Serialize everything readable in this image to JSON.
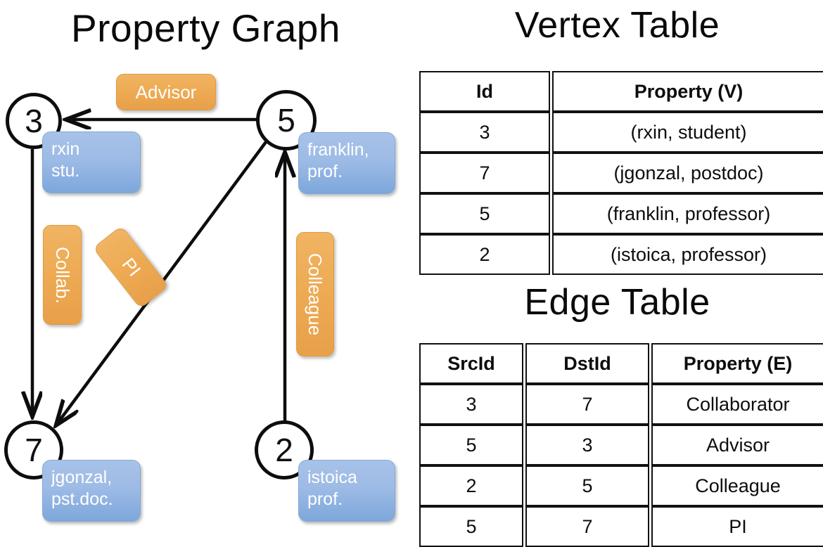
{
  "titles": {
    "property_graph": "Property Graph",
    "vertex_table": "Vertex Table",
    "edge_table": "Edge Table"
  },
  "graph": {
    "nodes": [
      {
        "id": "3",
        "label": "3",
        "property": "rxin\nstu."
      },
      {
        "id": "5",
        "label": "5",
        "property": "franklin,\nprof."
      },
      {
        "id": "7",
        "label": "7",
        "property": "jgonzal,\npst.doc."
      },
      {
        "id": "2",
        "label": "2",
        "property": "istoica\nprof."
      }
    ],
    "edge_labels": [
      {
        "name": "advisor",
        "text": "Advisor"
      },
      {
        "name": "collab",
        "text": "Collab."
      },
      {
        "name": "pi",
        "text": "PI"
      },
      {
        "name": "colleague",
        "text": "Colleague"
      }
    ]
  },
  "vertex_table": {
    "headers": [
      "Id",
      "Property (V)"
    ],
    "rows": [
      {
        "id": "3",
        "property": "(rxin, student)"
      },
      {
        "id": "7",
        "property": "(jgonzal, postdoc)"
      },
      {
        "id": "5",
        "property": "(franklin, professor)"
      },
      {
        "id": "2",
        "property": "(istoica, professor)"
      }
    ]
  },
  "edge_table": {
    "headers": [
      "SrcId",
      "DstId",
      "Property (E)"
    ],
    "rows": [
      {
        "src": "3",
        "dst": "7",
        "property": "Collaborator"
      },
      {
        "src": "5",
        "dst": "3",
        "property": "Advisor"
      },
      {
        "src": "2",
        "dst": "5",
        "property": "Colleague"
      },
      {
        "src": "5",
        "dst": "7",
        "property": "PI"
      }
    ]
  },
  "colors": {
    "vertex_property_fill": "#cfdcee",
    "edge_property_fill": "#f5ddc3",
    "node_box_blue": "#9dbbe6",
    "edge_badge_orange": "#eeab54",
    "stroke": "#0d0d0d"
  }
}
